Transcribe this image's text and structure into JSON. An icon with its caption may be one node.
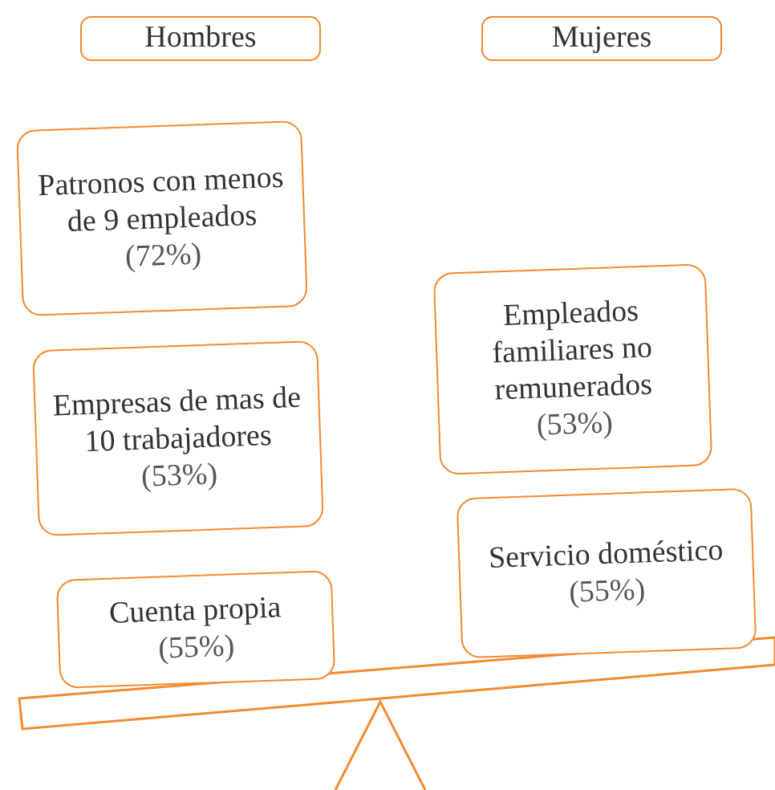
{
  "diagram": {
    "nodes": [
      {
        "text": [
          "Hombres"
        ]
      },
      {
        "text": [
          "Mujeres"
        ]
      },
      {
        "text": [
          "Patronos con menos de 9 empleados",
          "(72%)"
        ]
      },
      {
        "text": [
          "Empresas de mas de 10 trabajadores",
          "(53%)"
        ]
      },
      {
        "text": [
          "Cuenta propia",
          "(55%)"
        ]
      },
      {
        "text": [
          "Empleados familiares no remunerados",
          "(53%)"
        ]
      },
      {
        "text": [
          "Servicio doméstico",
          "(55%)"
        ]
      }
    ],
    "edges": []
  }
}
